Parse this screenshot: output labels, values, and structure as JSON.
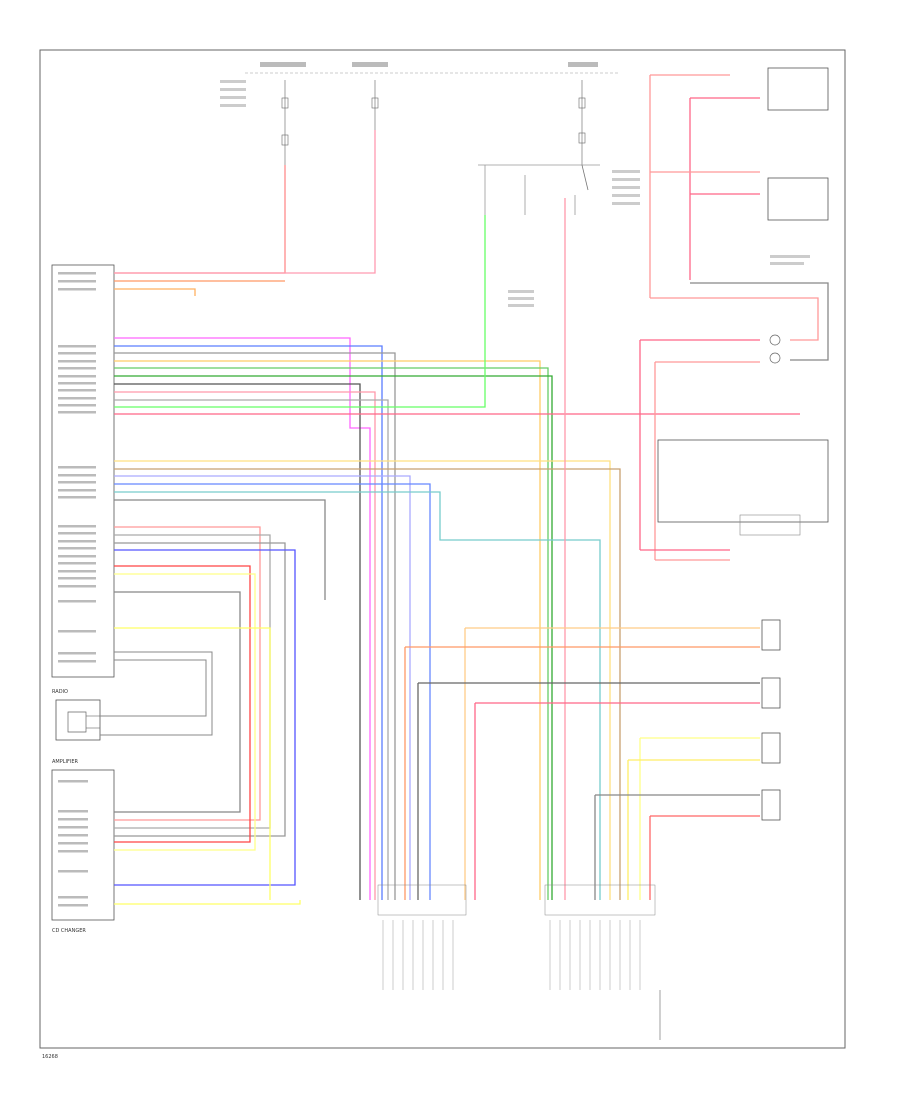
{
  "diagram": {
    "footer_code": "16268",
    "modules": {
      "radio": {
        "label": "RADIO"
      },
      "amplifier": {
        "label": "AMPLIFIER"
      },
      "cd_changer": {
        "label": "CD CHANGER"
      }
    }
  }
}
